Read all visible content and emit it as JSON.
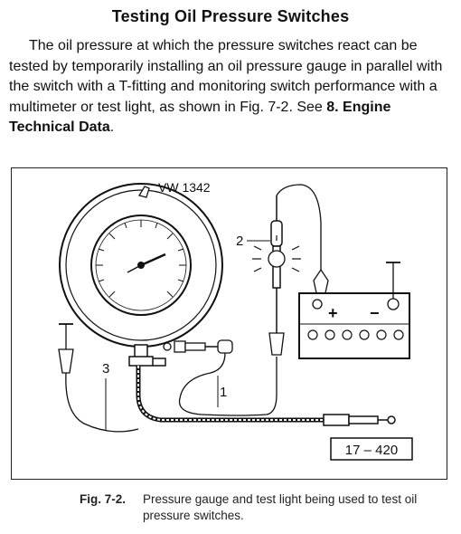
{
  "section": {
    "title": "Testing Oil Pressure Switches"
  },
  "paragraph": {
    "part1": "The oil pressure at which the pressure switches react can be tested by temporarily installing an oil pressure gauge in parallel with the switch with a T-fitting and monitoring switch performance with a multimeter or test light, as shown in Fig. 7-2. See ",
    "reference": "8. Engine Technical Data",
    "part2": "."
  },
  "figure": {
    "gauge_label": "VW 1342",
    "callouts": {
      "one": "1",
      "two": "2",
      "three": "3"
    },
    "battery_plus": "+",
    "battery_minus": "−",
    "figure_id": "17 – 420"
  },
  "caption": {
    "label": "Fig. 7-2.",
    "text_line1": "Pressure gauge and test light being used to test oil",
    "text_line2": "pressure switches."
  }
}
